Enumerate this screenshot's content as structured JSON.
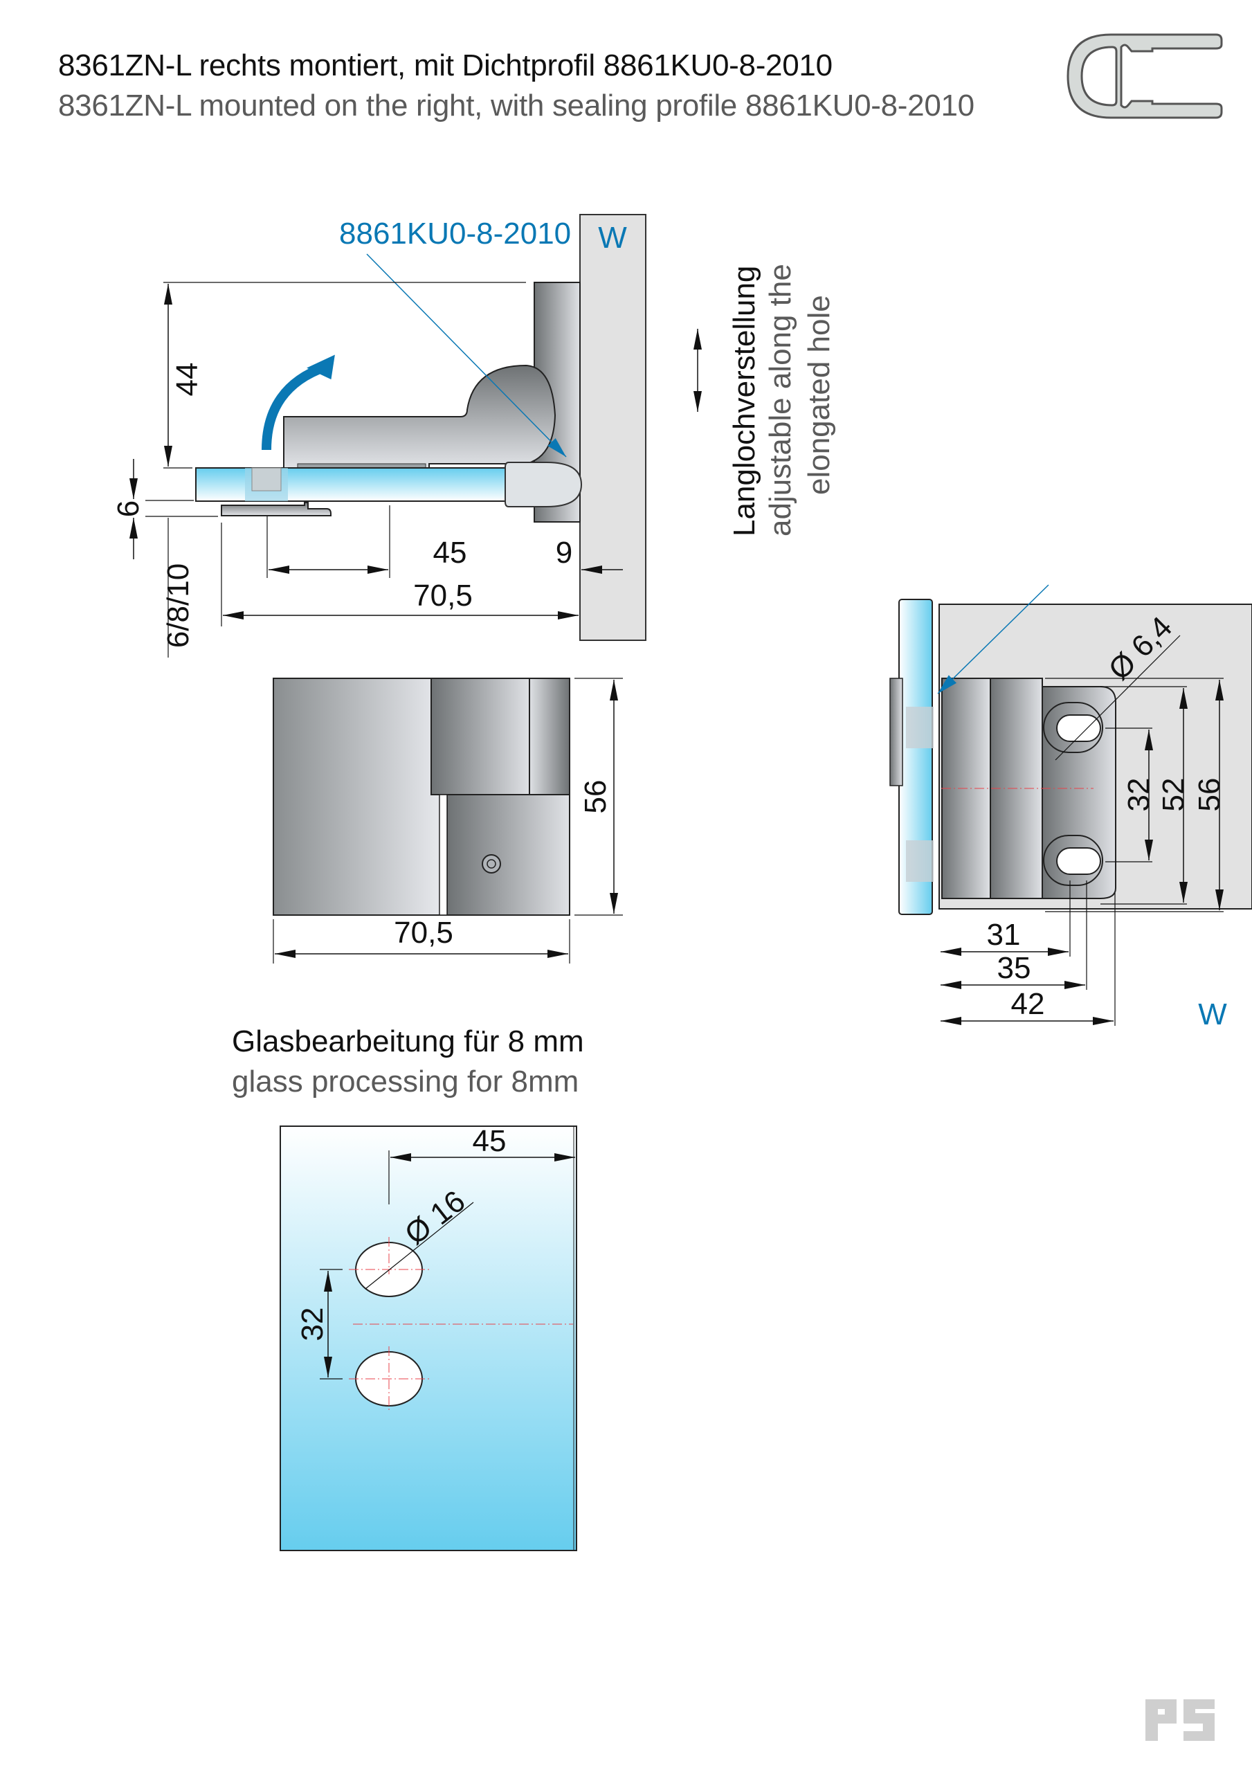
{
  "header": {
    "title_de": "8361ZN-L rechts montiert, mit Dichtprofil 8861KU0-8-2010",
    "title_en": "8361ZN-L mounted on the right, with sealing profile 8861KU0-8-2010",
    "profile_icon": "sealing-profile-cross-section"
  },
  "top_view": {
    "callout_part": "8861KU0-8-2010",
    "wall_label": "W",
    "dims": {
      "height": "44",
      "glass_offset": "6",
      "glass_thickness": "6/8/10",
      "hole_to_edge": "45",
      "edge_to_wall": "9",
      "overall_width": "70,5"
    },
    "adjust_note_de": "Langlochverstellung",
    "adjust_note_en_line1": "adjustable along the",
    "adjust_note_en_line2": "elongated hole"
  },
  "front_view": {
    "dims": {
      "height": "56",
      "width": "70,5"
    }
  },
  "side_view": {
    "wall_label": "W",
    "dims": {
      "slot_diameter": "Ø 6,4",
      "hole_spacing": "32",
      "plate_height": "52",
      "total_height": "56",
      "to_slot_left": "31",
      "to_slot_right": "35",
      "plate_depth": "42"
    }
  },
  "glass_processing": {
    "title_de": "Glasbearbeitung für 8 mm",
    "title_en": "glass processing for 8mm",
    "dims": {
      "hole_to_edge": "45",
      "hole_diameter": "Ø 16",
      "hole_spacing": "32"
    }
  },
  "footer": {
    "logo": "PS"
  },
  "colors": {
    "accent_blue": "#0a78b4",
    "metal_dark": "#6e7274",
    "metal_light": "#e4e6ea",
    "glass_top": "#ffffff",
    "glass_bottom": "#66cdee",
    "wall": "#e2e2e2",
    "centerline": "#e8424a"
  }
}
